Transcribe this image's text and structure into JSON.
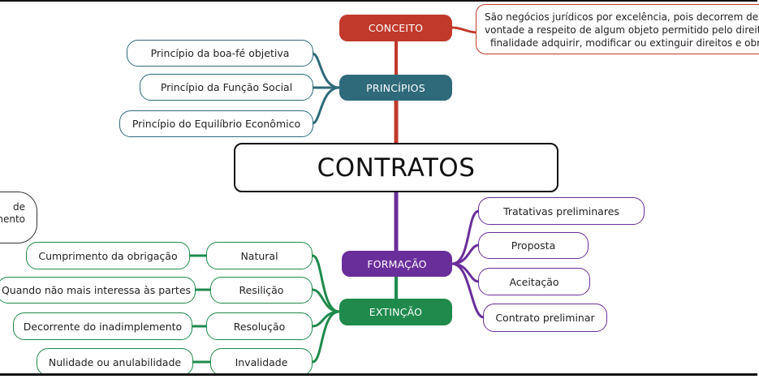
{
  "center": {
    "label": "CONTRATOS"
  },
  "colors": {
    "conceito": "#c0392b",
    "principios": "#2e6a7a",
    "formacao": "#6a2e9a",
    "extincao": "#1f8a4c"
  },
  "conceito": {
    "label": "CONCEITO",
    "callout_lines": [
      "São negócios jurídicos por excelência, pois decorrem de um a",
      "vontade a respeito de algum objeto permitido pelo direito, qu",
      "finalidade adquirir, modificar ou extinguir direitos e obrig"
    ]
  },
  "principios": {
    "label": "PRINCÍPIOS",
    "items": [
      "Princípio da boa-fé objetiva",
      "Princípio da Função Social",
      "Princípio do Equilíbrio Econômico"
    ]
  },
  "formacao": {
    "label": "FORMAÇÃO",
    "items": [
      "Tratativas preliminares",
      "Proposta",
      "Aceitação",
      "Contrato preliminar"
    ]
  },
  "extincao": {
    "label": "EXTINÇÃO",
    "items": [
      {
        "type": "Natural",
        "desc": "Cumprimento da obrigação"
      },
      {
        "type": "Resilição",
        "desc": "Quando não mais interessa às partes"
      },
      {
        "type": "Resolução",
        "desc": "Decorrente do inadimplemento"
      },
      {
        "type": "Invalidade",
        "desc": "Nulidade ou anulabilidade"
      }
    ]
  },
  "cloud_note": {
    "lines": [
      "de",
      "mento"
    ]
  }
}
